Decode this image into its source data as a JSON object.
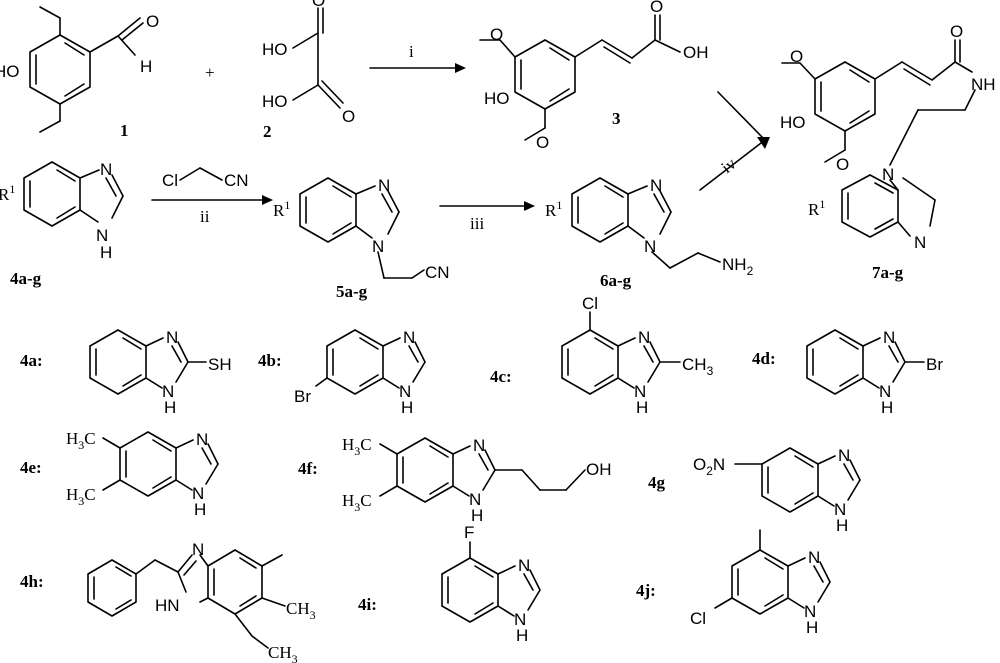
{
  "compounds": {
    "c1": "1",
    "c2": "2",
    "c3": "3",
    "c4": "4a-g",
    "c5": "5a-g",
    "c6": "6a-g",
    "c7": "7a-g",
    "c4a": "4a:",
    "c4b": "4b:",
    "c4c": "4c:",
    "c4d": "4d:",
    "c4e": "4e:",
    "c4f": "4f:",
    "c4g": "4g",
    "c4h": "4h:",
    "c4i": "4i:",
    "c4j": "4j:"
  },
  "reagents": {
    "r_i": "i",
    "r_ii": "ii",
    "r_iii": "iii",
    "r_iv": "iv",
    "plus": "+",
    "clch2cn_cl": "Cl",
    "clch2cn_cn": "CN"
  },
  "atoms": {
    "OH": "OH",
    "HO": "HO",
    "H": "H",
    "O": "O",
    "N": "N",
    "NH": "NH",
    "H_": "H",
    "CN": "CN",
    "NH2": "NH",
    "two": "2",
    "R": "R",
    "one": "1",
    "SH": "SH",
    "Br": "Br",
    "Cl": "Cl",
    "CH3": "CH",
    "three": "3",
    "H3C": "H",
    "F": "F",
    "O2N": "O",
    "N_": "N"
  }
}
